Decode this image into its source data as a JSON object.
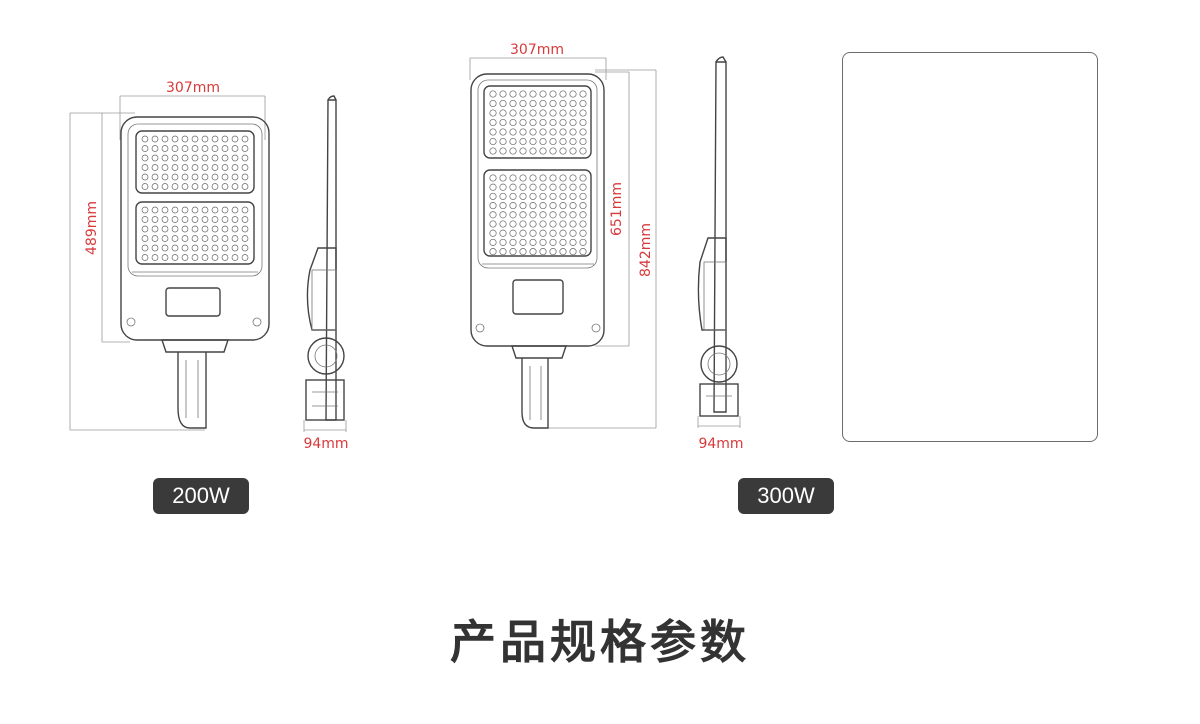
{
  "variants": [
    {
      "power_label": "200W",
      "width_label": "307mm",
      "height_label": "489mm",
      "side_depth_label": "94mm"
    },
    {
      "power_label": "300W",
      "width_label": "307mm",
      "module_height_label": "651mm",
      "height_label": "842mm",
      "side_depth_label": "94mm"
    }
  ],
  "section_title": "产品规格参数",
  "colors": {
    "dimension_text": "#d8393b",
    "badge_bg": "#3a3a3a",
    "module_frame_blue": "#2f62d8"
  }
}
